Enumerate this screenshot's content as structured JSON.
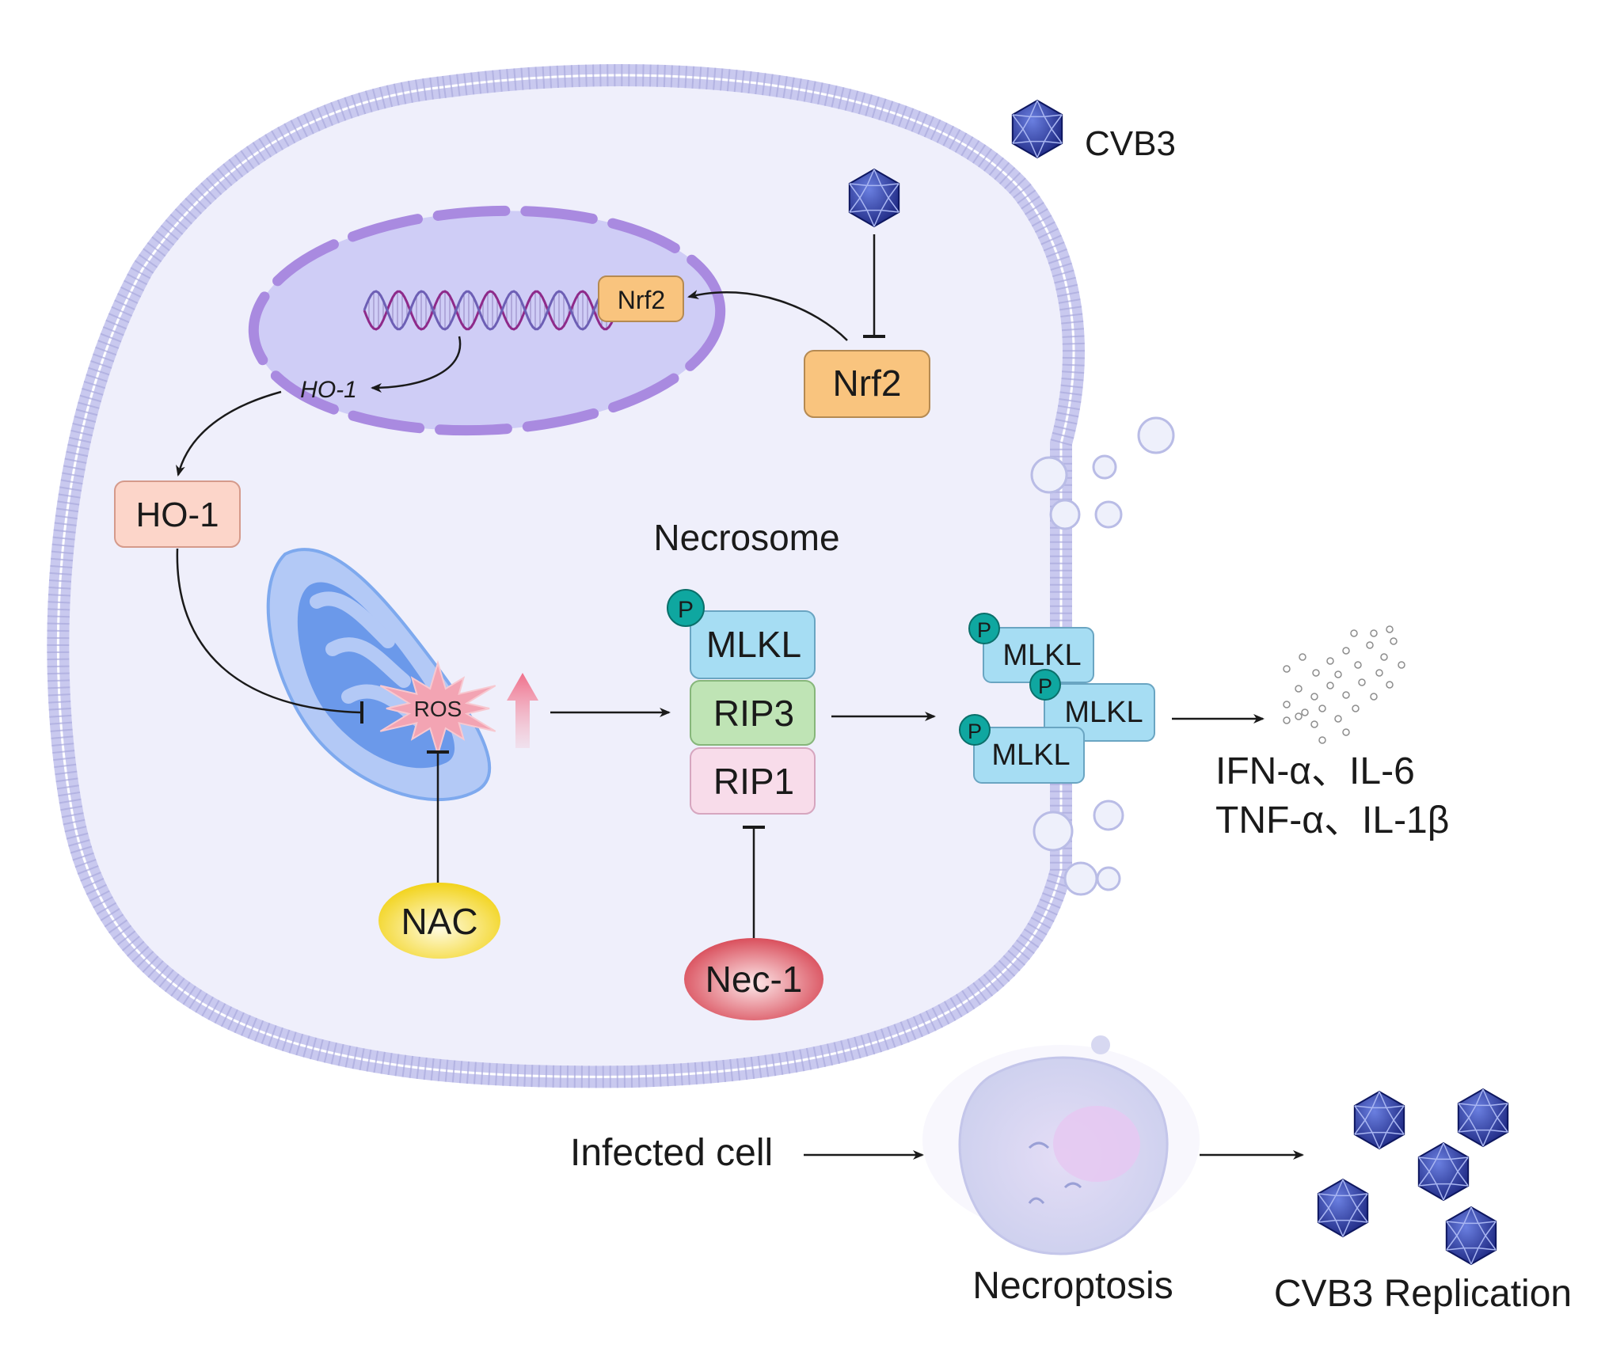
{
  "labels": {
    "cvb3_legend": "CVB3",
    "nrf2_nuclear": "Nrf2",
    "nrf2_cyto": "Nrf2",
    "ho1_gene": "HO-1",
    "ho1_protein": "HO-1",
    "necrosome": "Necrosome",
    "mlkl_necrosome": "MLKL",
    "rip3": "RIP3",
    "rip1": "RIP1",
    "ros": "ROS",
    "nac": "NAC",
    "nec1": "Nec-1",
    "mlkl_1": "MLKL",
    "mlkl_2": "MLKL",
    "mlkl_3": "MLKL",
    "phospho": "P",
    "cytokines_line1": "IFN-α、IL-6",
    "cytokines_line2": "TNF-α、IL-1β",
    "infected_cell": "Infected cell",
    "necroptosis": "Necroptosis",
    "cvb3_replication": "CVB3 Replication"
  },
  "colors": {
    "membrane": "#c9c9ef",
    "cytoplasm": "#efeffb",
    "nucleus": "#cfcdf6",
    "nuclear_envelope": "#a98ae0",
    "nrf2_box": "#f9c47e",
    "ho1_box": "#fcd5c9",
    "mlkl_box": "#a6ddf3",
    "rip3_box": "#bfe4b5",
    "rip1_box": "#f8dcea",
    "phospho": "#0fa7a0",
    "ros": "#f3a4b3",
    "nac": "#f2d31a",
    "nec1": "#d6414f",
    "virus": "#28379b",
    "mitochondrion": "#7ea9ee"
  }
}
